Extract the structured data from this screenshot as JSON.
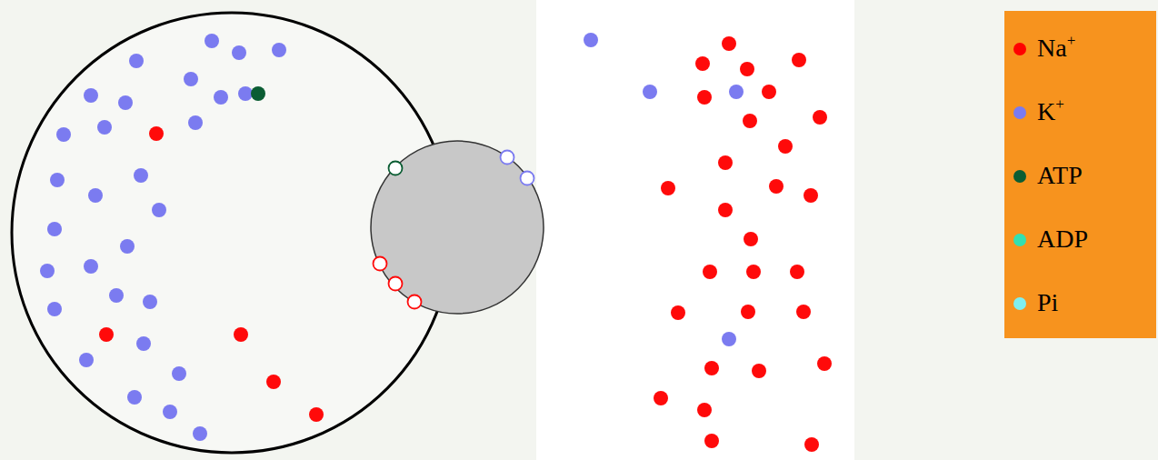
{
  "diagram": {
    "legend": [
      {
        "text": "Na+",
        "color": "#ff0000"
      },
      {
        "text": "K+",
        "color": "#7b7bf0"
      },
      {
        "text": "ATP",
        "color": "#0b5d33"
      },
      {
        "text": "ADP",
        "color": "#33e0b0"
      },
      {
        "text": "Pi",
        "color": "#7fefef"
      }
    ]
  }
}
